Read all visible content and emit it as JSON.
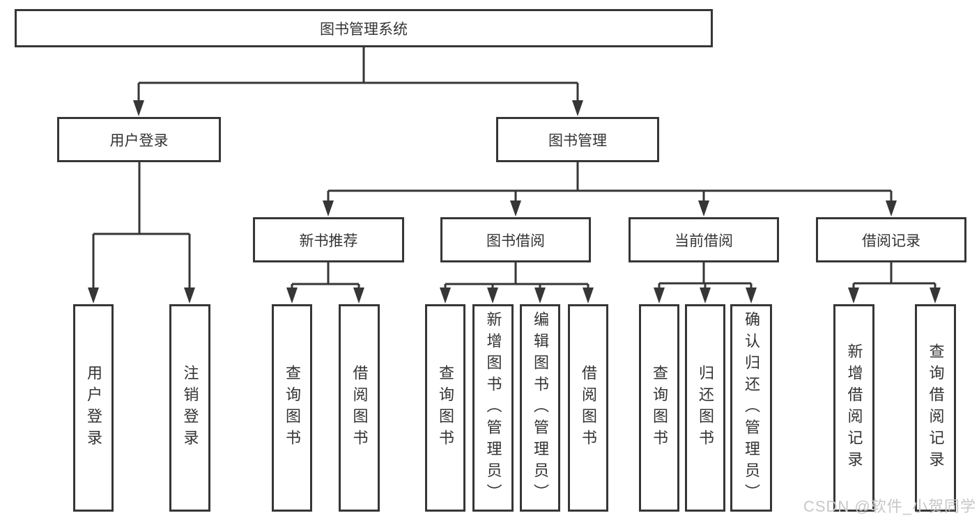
{
  "tree": {
    "root": {
      "label": "图书管理系统"
    },
    "children": [
      {
        "label": "用户登录",
        "children": [
          {
            "label": "用户登录"
          },
          {
            "label": "注销登录"
          }
        ]
      },
      {
        "label": "图书管理",
        "children": [
          {
            "label": "新书推荐",
            "children": [
              {
                "label": "查询图书"
              },
              {
                "label": "借阅图书"
              }
            ]
          },
          {
            "label": "图书借阅",
            "children": [
              {
                "label": "查询图书"
              },
              {
                "label": "新增图书（管理员）"
              },
              {
                "label": "编辑图书（管理员）"
              },
              {
                "label": "借阅图书"
              }
            ]
          },
          {
            "label": "当前借阅",
            "children": [
              {
                "label": "查询图书"
              },
              {
                "label": "归还图书"
              },
              {
                "label": "确认归还（管理员）"
              }
            ]
          },
          {
            "label": "借阅记录",
            "children": [
              {
                "label": "新增借阅记录"
              },
              {
                "label": "查询借阅记录"
              }
            ]
          }
        ]
      }
    ]
  },
  "watermark": {
    "text": "CSDN @软件_小贺同学"
  },
  "colors": {
    "line": "#363636",
    "box_border": "#363636",
    "text": "#333333",
    "watermark": "#c7c7c7",
    "background": "#ffffff"
  }
}
